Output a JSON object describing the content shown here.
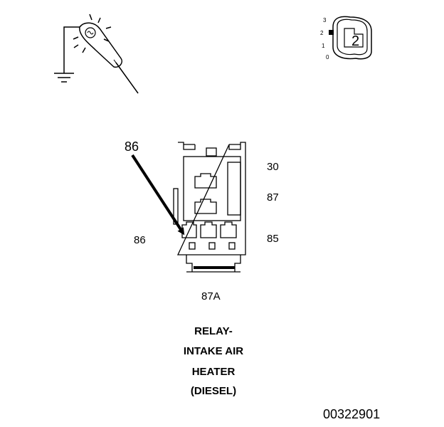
{
  "ignition_switch": {
    "positions": [
      "3",
      "2",
      "1",
      "0"
    ],
    "display_number": "2"
  },
  "terminals": {
    "pointer_label": "86",
    "t30": "30",
    "t87": "87",
    "t86": "86",
    "t85": "85",
    "t87a": "87A"
  },
  "caption": {
    "line1": "RELAY-",
    "line2": "INTAKE AIR",
    "line3": "HEATER",
    "line4": "(DIESEL)"
  },
  "document_number": "00322901"
}
